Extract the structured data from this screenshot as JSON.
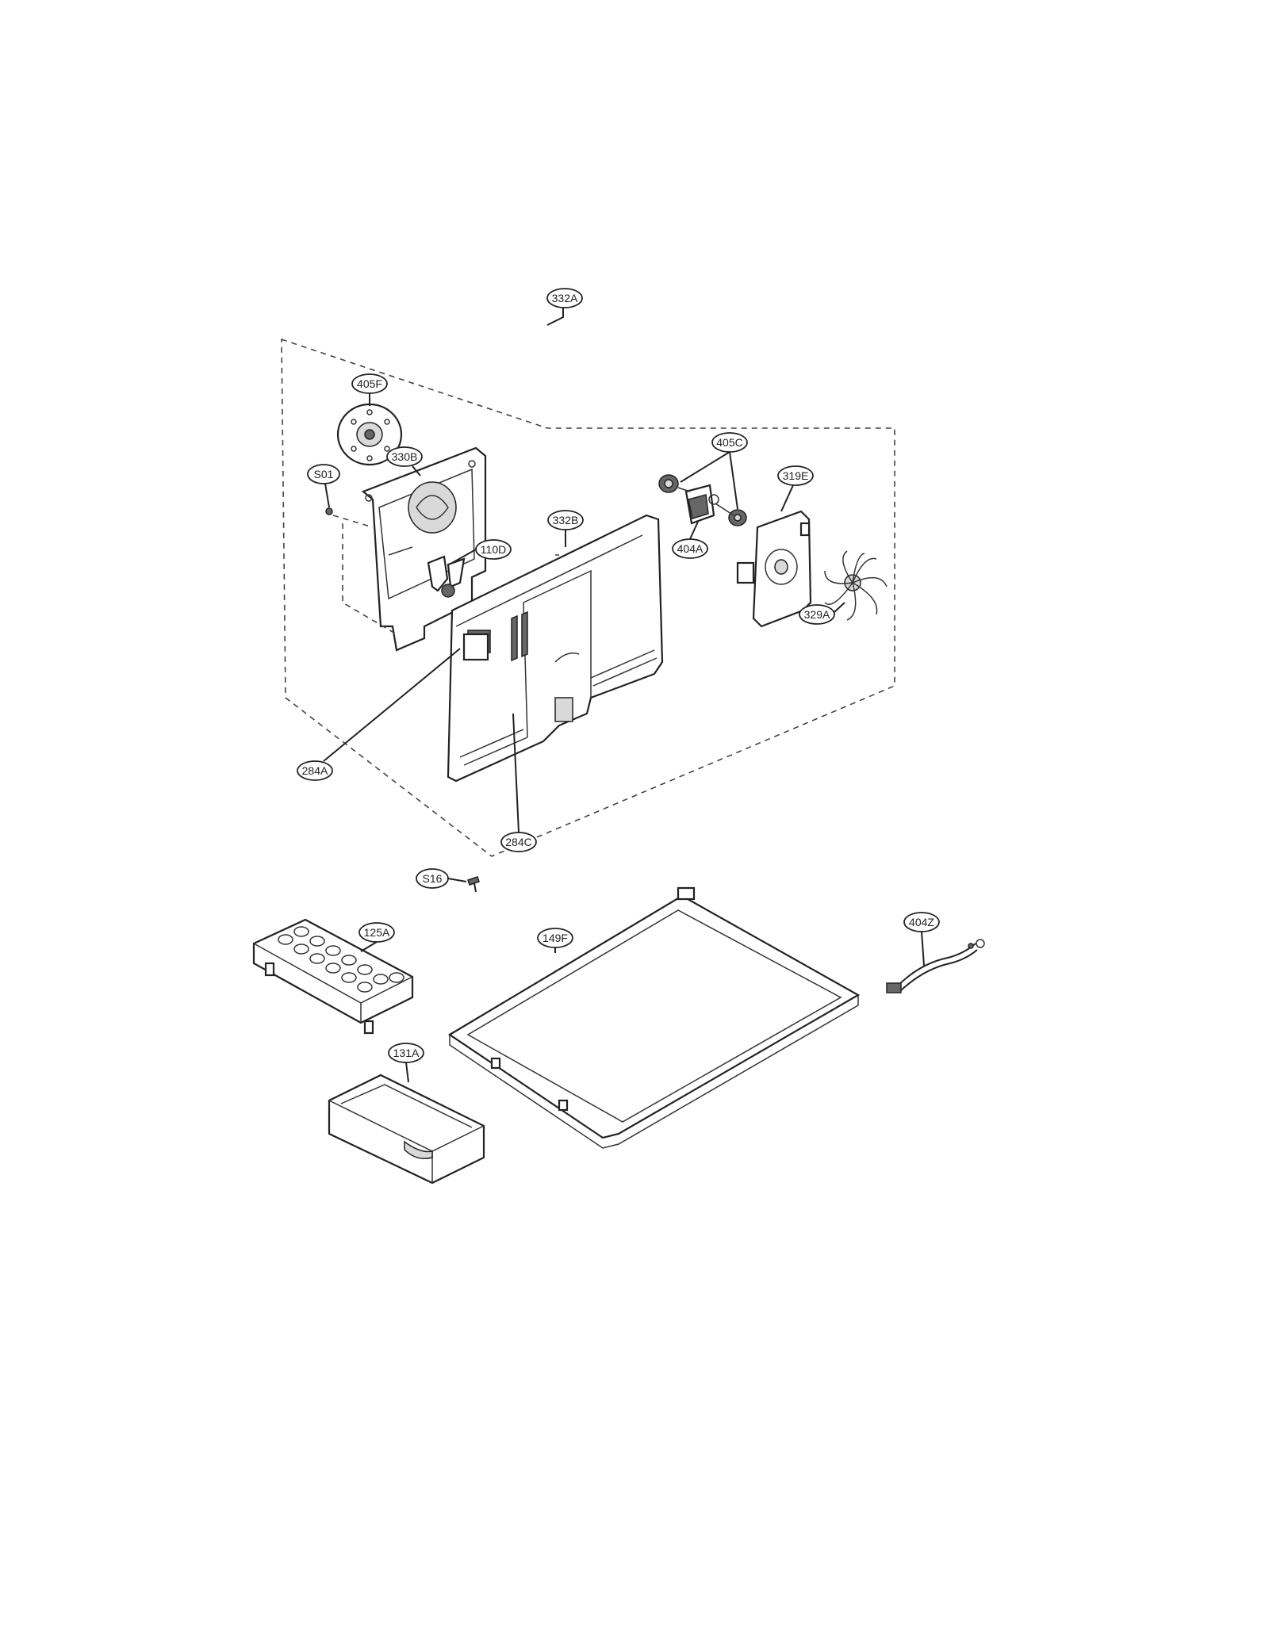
{
  "callouts": {
    "c405F": "405F",
    "c332A": "332A",
    "c330B": "330B",
    "cS01": "S01",
    "c405C": "405C",
    "c319E": "319E",
    "c332B": "332B",
    "c404A": "404A",
    "c110D": "110D",
    "c329A": "329A",
    "c284A": "284A",
    "c284C": "284C",
    "cS16": "S16",
    "c125A": "125A",
    "c149F": "149F",
    "c404Z": "404Z",
    "c131A": "131A"
  }
}
